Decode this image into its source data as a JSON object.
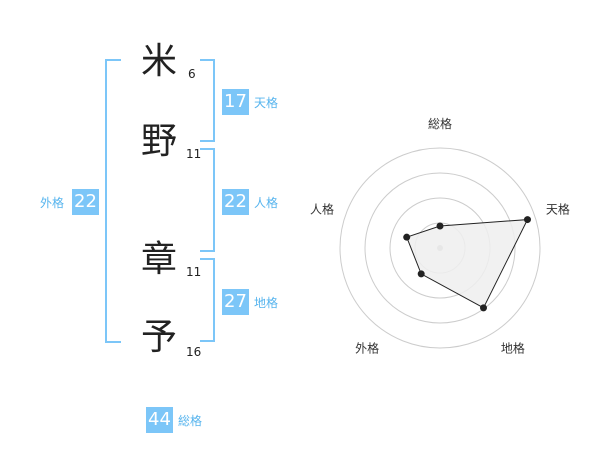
{
  "name": {
    "characters": [
      {
        "char": "米",
        "strokes": "6"
      },
      {
        "char": "野",
        "strokes": "11"
      },
      {
        "char": "章",
        "strokes": "11"
      },
      {
        "char": "予",
        "strokes": "16"
      }
    ]
  },
  "kaku": {
    "tenkaku": {
      "value": "17",
      "label": "天格"
    },
    "jinkaku": {
      "value": "22",
      "label": "人格"
    },
    "chikaku": {
      "value": "27",
      "label": "地格"
    },
    "gaikaku": {
      "value": "22",
      "label": "外格"
    },
    "soukaku": {
      "value": "44",
      "label": "総格"
    }
  },
  "chart_data": {
    "type": "radar",
    "axes": [
      "総格",
      "天格",
      "地格",
      "外格",
      "人格"
    ],
    "values": [
      0.22,
      0.92,
      0.74,
      0.32,
      0.35
    ],
    "max": 1,
    "rings": 4,
    "colors": {
      "fill": "#efefef",
      "line": "#222222",
      "grid": "#cccccc"
    }
  }
}
